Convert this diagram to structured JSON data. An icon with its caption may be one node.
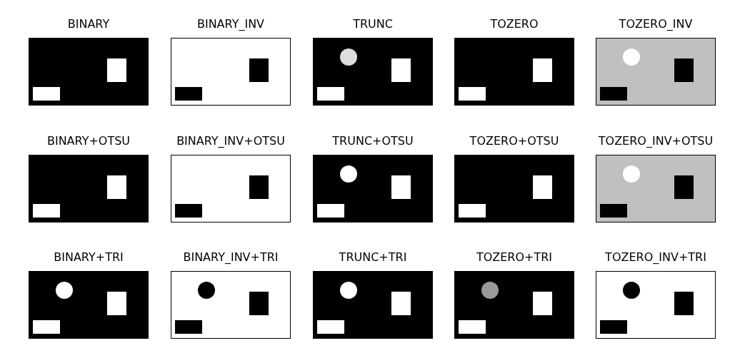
{
  "diagram": {
    "labels": [
      "BINARY",
      "BINARY_INV",
      "TRUNC",
      "TOZERO",
      "TOZERO_INV",
      "BINARY+OTSU",
      "BINARY_INV+OTSU",
      "TRUNC+OTSU",
      "TOZERO+OTSU",
      "TOZERO_INV+OTSU",
      "BINARY+TRI",
      "BINARY_INV+TRI",
      "TRUNC+TRI",
      "TOZERO+TRI",
      "TOZERO_INV+TRI"
    ]
  }
}
